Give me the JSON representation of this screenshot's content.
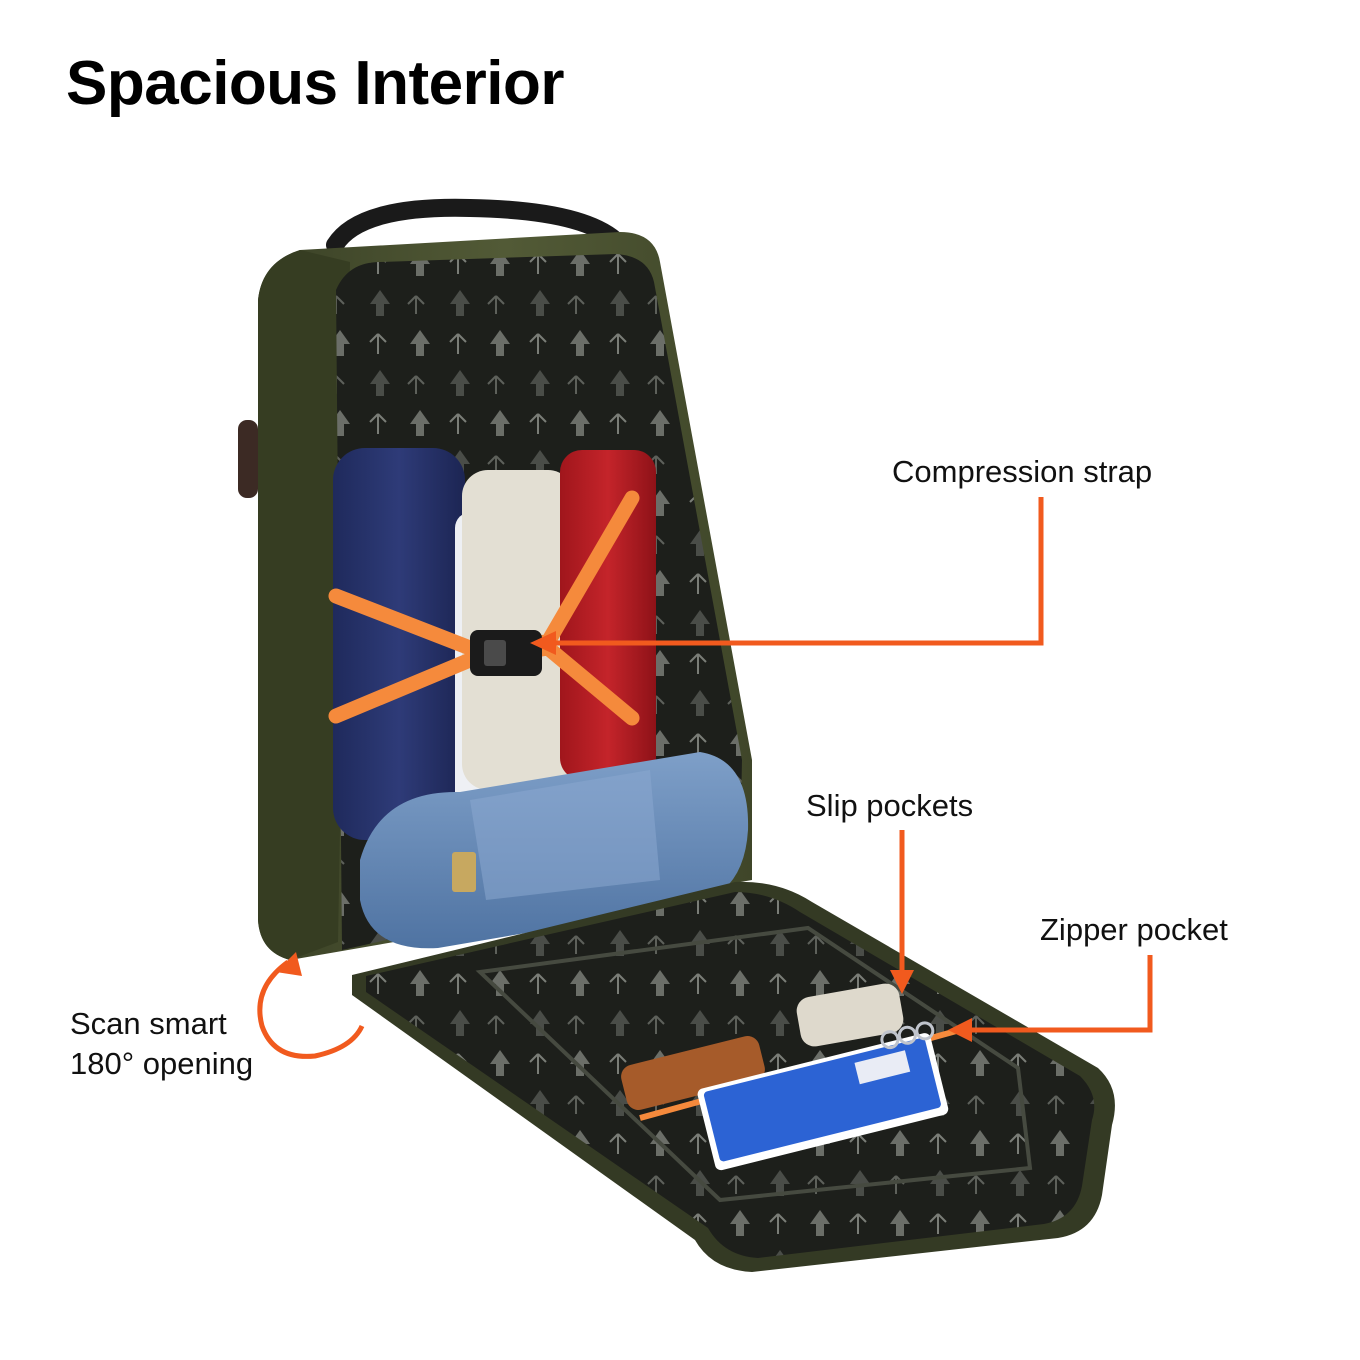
{
  "title": "Spacious Interior",
  "callouts": {
    "compression_strap": "Compression strap",
    "slip_pockets": "Slip pockets",
    "zipper_pocket": "Zipper pocket",
    "scan_smart_line1": "Scan smart",
    "scan_smart_line2": "180° opening"
  },
  "colors": {
    "accent": "#f15a1e",
    "bag_shell": "#4a5230",
    "lining": "#1d1f1b",
    "text": "#000000"
  }
}
